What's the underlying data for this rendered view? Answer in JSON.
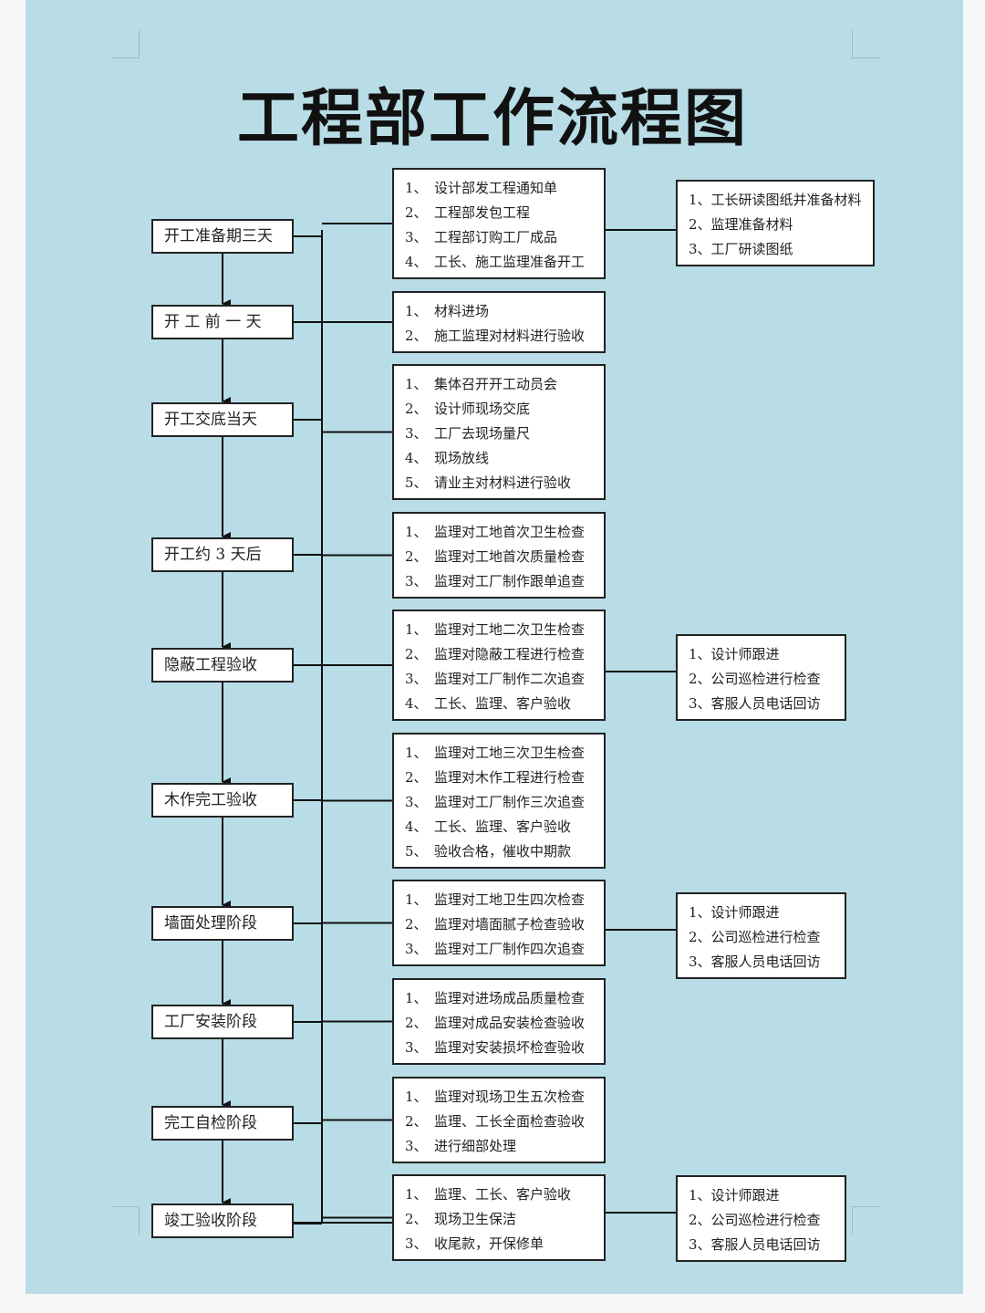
{
  "title": "工程部工作流程图",
  "stages": [
    {
      "label": "开工准备期三天",
      "items": [
        "设计部发工程通知单",
        "工程部发包工程",
        "工程部订购工厂成品",
        "工长、施工监理准备开工"
      ]
    },
    {
      "label": "开 工 前 一 天",
      "items": [
        "材料进场",
        "施工监理对材料进行验收"
      ]
    },
    {
      "label": "开工交底当天",
      "items": [
        "集体召开开工动员会",
        "设计师现场交底",
        "工厂去现场量尺",
        "现场放线",
        "请业主对材料进行验收"
      ]
    },
    {
      "label": "开工约 3 天后",
      "items": [
        "监理对工地首次卫生检查",
        "监理对工地首次质量检查",
        "监理对工厂制作跟单追查"
      ]
    },
    {
      "label": "隐蔽工程验收",
      "items": [
        "监理对工地二次卫生检查",
        "监理对隐蔽工程进行检查",
        "监理对工厂制作二次追查",
        "工长、监理、客户验收"
      ]
    },
    {
      "label": "木作完工验收",
      "items": [
        "监理对工地三次卫生检查",
        "监理对木作工程进行检查",
        "监理对工厂制作三次追查",
        "工长、监理、客户验收",
        "验收合格，催收中期款"
      ]
    },
    {
      "label": "墙面处理阶段",
      "items": [
        "监理对工地卫生四次检查",
        "监理对墙面腻子检查验收",
        "监理对工厂制作四次追查"
      ]
    },
    {
      "label": "工厂安装阶段",
      "items": [
        "监理对进场成品质量检查",
        "监理对成品安装检查验收",
        "监理对安装损坏检查验收"
      ]
    },
    {
      "label": "完工自检阶段",
      "items": [
        "监理对现场卫生五次检查",
        "监理、工长全面检查验收",
        "进行细部处理"
      ]
    },
    {
      "label": "竣工验收阶段",
      "items": [
        "监理、工长、客户验收",
        "现场卫生保洁",
        "收尾款，开保修单"
      ]
    }
  ],
  "followups": [
    {
      "items": [
        "工长研读图纸并准备材料",
        "监理准备材料",
        "工厂研读图纸"
      ]
    },
    {
      "items": [
        "设计师跟进",
        "公司巡检进行检查",
        "客服人员电话回访"
      ]
    },
    {
      "items": [
        "设计师跟进",
        "公司巡检进行检查",
        "客服人员电话回访"
      ]
    },
    {
      "items": [
        "设计师跟进",
        "公司巡检进行检查",
        "客服人员电话回访"
      ]
    }
  ]
}
